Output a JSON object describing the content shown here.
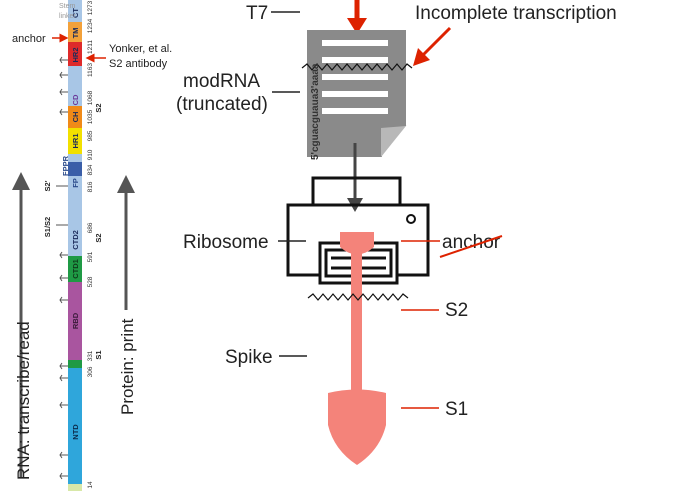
{
  "colors": {
    "red": "#dd2200",
    "salmon": "#f4837a",
    "doc_gray": "#8a8a8a",
    "arrow_gray": "#555555",
    "light_blue": "#a8c6e6",
    "ntd_blue": "#2fa6db",
    "rbd_purple": "#a9559f",
    "ctd_green": "#1f9a45",
    "hr1_yellow": "#f2e000",
    "ch_orange": "#f08a18",
    "hr2_red": "#de2a2a",
    "tm_orange": "#f3a13a"
  },
  "left_panel": {
    "labels": {
      "stem": "Stem",
      "linker": "linker",
      "anchor": "anchor",
      "yonker": "Yonker, et al.",
      "s2_antibody": "S2 antibody",
      "s2_prime": "S2'",
      "s1s2": "S1/S2",
      "rna_axis": "RNA: transcribe/read",
      "protein_axis": "Protein: print"
    },
    "domains": [
      {
        "label": "CT",
        "color": "#a8c6e6"
      },
      {
        "label": "TM",
        "color": "#f3a13a"
      },
      {
        "label": "HR2",
        "color": "#de2a2a"
      },
      {
        "label": "CD",
        "color": "#a8c6e6"
      },
      {
        "label": "CH",
        "color": "#f08a18"
      },
      {
        "label": "HR1",
        "color": "#f2e000"
      },
      {
        "label": "FP",
        "color": "#a8c6e6"
      },
      {
        "label": "FPPR",
        "color": "#a8c6e6"
      },
      {
        "label": "CTD2",
        "color": "#a8c6e6"
      },
      {
        "label": "CTD1",
        "color": "#1f9a45"
      },
      {
        "label": "RBD",
        "color": "#a9559f"
      },
      {
        "label": "NTD",
        "color": "#2fa6db"
      }
    ],
    "numbers": [
      "1273",
      "1234",
      "1211",
      "1163",
      "1068",
      "1035",
      "985",
      "910",
      "834",
      "816",
      "686",
      "591",
      "528",
      "331",
      "306",
      "14"
    ],
    "region_labels": [
      "S2",
      "S2",
      "S1"
    ]
  },
  "right_panel": {
    "t7": "T7",
    "incomplete": "Incomplete transcription",
    "modrna": "modRNA",
    "truncated": "(truncated)",
    "sequence": "5'cguacguaua3'aaaa",
    "ribosome": "Ribosome",
    "anchor": "anchor",
    "s2": "S2",
    "spike": "Spike",
    "s1": "S1"
  }
}
